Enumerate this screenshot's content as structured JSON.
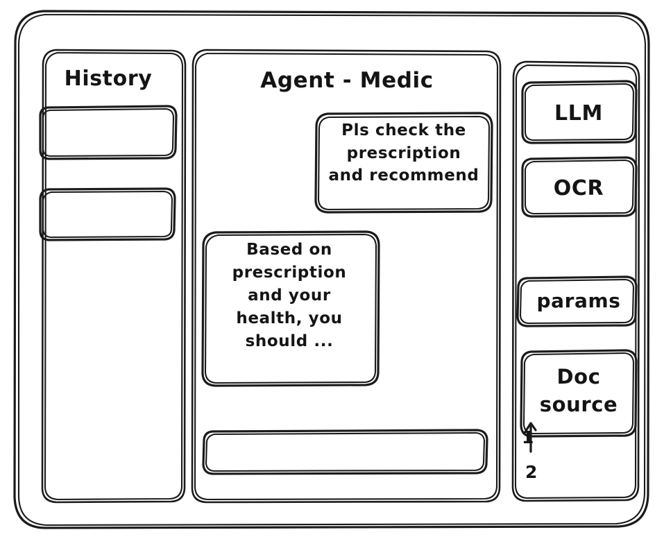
{
  "window": {
    "name": "agent-medic-wireframe",
    "style": "hand-drawn-wireframe",
    "stroke_color": "#1b1b1b",
    "background_color": "#ffffff"
  },
  "sidebar_left": {
    "title": "History",
    "items": [
      {
        "label": "",
        "name": "history-entry-1"
      },
      {
        "label": "",
        "name": "history-entry-2"
      }
    ]
  },
  "main": {
    "title": "Agent - Medic",
    "messages": [
      {
        "role": "user",
        "text": "Pls check the\nprescription\nand recommend"
      },
      {
        "role": "agent",
        "text": "Based on\nprescription\nand your\nhealth, you\nshould ..."
      }
    ],
    "composer": {
      "value": "",
      "placeholder": ""
    }
  },
  "sidebar_right": {
    "tools": [
      {
        "label": "LLM",
        "name": "tool-llm"
      },
      {
        "label": "OCR",
        "name": "tool-ocr"
      },
      {
        "label": "params",
        "name": "tool-params"
      },
      {
        "label": "Doc\nsource",
        "name": "tool-doc-source"
      }
    ],
    "sources": [
      {
        "label": "1"
      },
      {
        "label": "2"
      }
    ]
  }
}
